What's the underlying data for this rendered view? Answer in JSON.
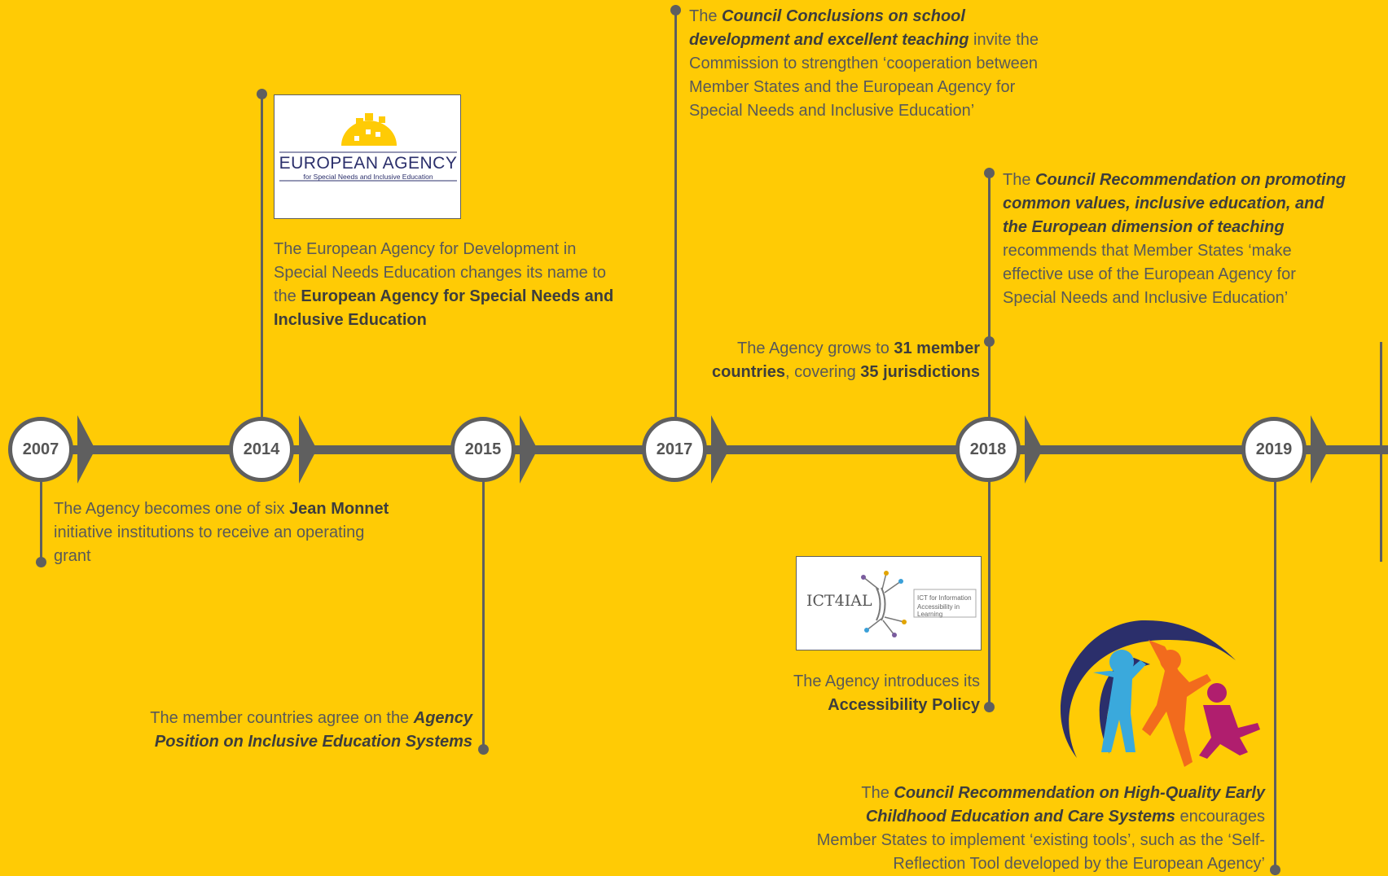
{
  "years": [
    "2007",
    "2014",
    "2015",
    "2017",
    "2018",
    "2019"
  ],
  "logos": {
    "agency_line1": "EUROPEAN AGENCY",
    "agency_line2": "for Special Needs and Inclusive Education",
    "ict_main": "ICT4IAL",
    "ict_line1": "ICT for Information",
    "ict_line2": "Accessibility in Learning"
  },
  "events": {
    "e2007": {
      "t1": "The Agency becomes one of six ",
      "b1": "Jean Monnet",
      "t2": " initiative institutions to receive an operating grant"
    },
    "e2014": {
      "t1": "The European Agency for Development in Special Needs Education changes its name to the ",
      "b1": "European Agency for Special Needs and Inclusive Education"
    },
    "e2015": {
      "t1": "The member countries agree on the ",
      "b1": "Agency Position on Inclusive Education Systems"
    },
    "e2017": {
      "t1": "The ",
      "b1": "Council Conclusions on school development and excellent teaching",
      "t2": " invite the Commission to strengthen ‘cooperation between Member States and the European Agency for Special Needs and Inclusive Education’"
    },
    "e2018_top": {
      "t1": "The ",
      "b1": "Council Recommendation on promoting common values, inclusive education, and the European dimension of teaching",
      "t2": " recommends that Member States ‘make effective use of the European Agency for Special Needs and Inclusive Education’"
    },
    "e2018_mid": {
      "t1": "The Agency grows to ",
      "b1": "31 member countries",
      "t2": ", covering ",
      "b2": "35 jurisdictions"
    },
    "e2018_low": {
      "t1": "The Agency introduces its ",
      "b1": "Accessibility Policy"
    },
    "e2019": {
      "t1": "The ",
      "b1": "Council Recommendation on High-Quality Early Childhood Education and Care Systems",
      "t2": " encourages Member States to implement ‘existing tools’, such as the ‘Self-Reflection Tool developed by the European Agency’"
    }
  }
}
